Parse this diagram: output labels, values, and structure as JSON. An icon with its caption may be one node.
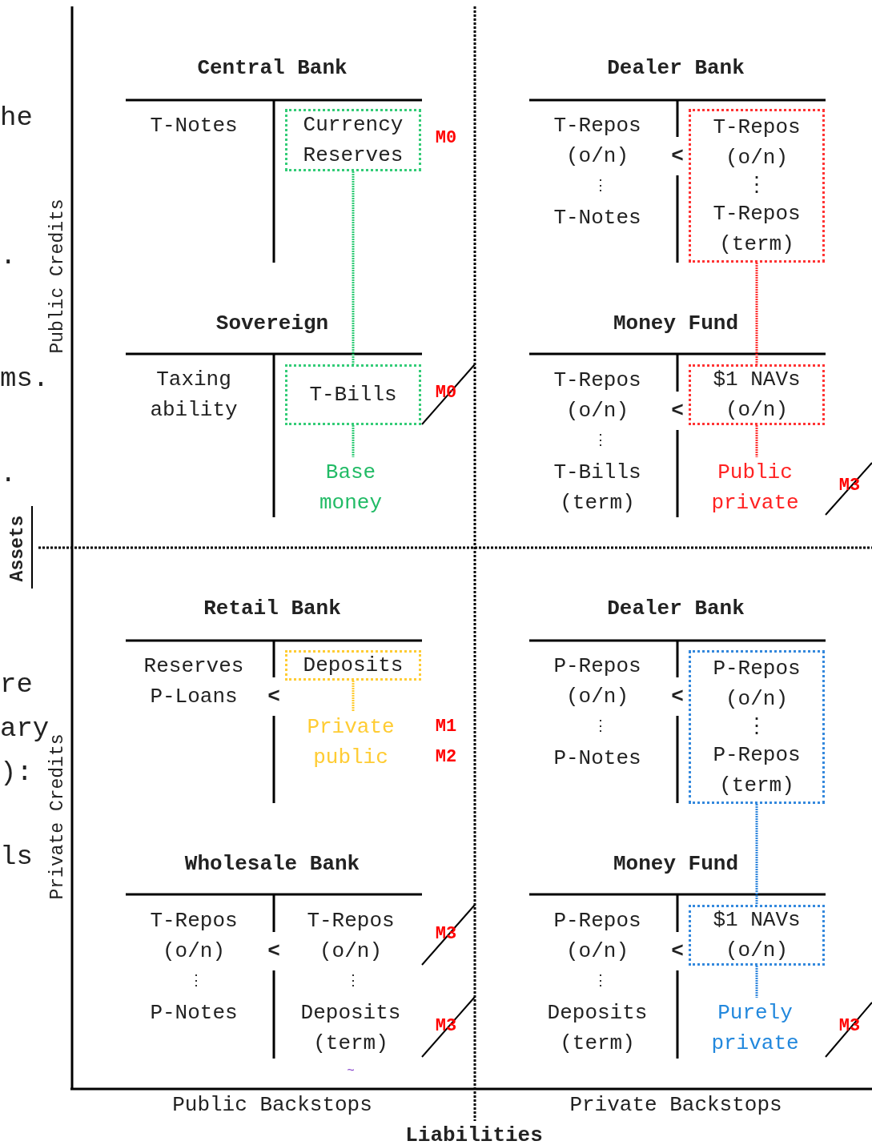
{
  "diagram": {
    "nodes": [
      {
        "text": [
          "Currency Reserves"
        ]
      },
      {
        "text": [
          "T-Bills"
        ]
      },
      {
        "text": [
          "Base money"
        ]
      },
      {
        "text": [
          "T-Repos (o/n)",
          "⋮",
          "T-Repos (term)"
        ]
      },
      {
        "text": [
          "$1 NAVs (o/n)"
        ]
      },
      {
        "text": [
          "Public private"
        ]
      },
      {
        "text": [
          "Deposits"
        ]
      },
      {
        "text": [
          "Private public"
        ]
      },
      {
        "text": [
          "P-Repos (o/n)",
          "⋮",
          "P-Repos (term)"
        ]
      },
      {
        "text": [
          "$1 NAVs (o/n)"
        ]
      },
      {
        "text": [
          "Purely private"
        ]
      }
    ],
    "edges": [
      {
        "from": 0,
        "to": 1,
        "arrow": "none",
        "color": "#33cc77"
      },
      {
        "from": 1,
        "to": 2,
        "arrow": "none",
        "color": "#33cc77"
      },
      {
        "from": 3,
        "to": 4,
        "arrow": "none",
        "color": "#ff3333"
      },
      {
        "from": 4,
        "to": 5,
        "arrow": "none",
        "color": "#ff3333"
      },
      {
        "from": 6,
        "to": 7,
        "arrow": "none",
        "color": "#ffcc33"
      },
      {
        "from": 8,
        "to": 9,
        "arrow": "none",
        "color": "#3388dd"
      },
      {
        "from": 9,
        "to": 10,
        "arrow": "none",
        "color": "#3388dd"
      }
    ],
    "labels": [
      "Central Bank",
      "Dealer Bank",
      "he",
      "T-Notes",
      "M0",
      "T-Repos",
      "(o/n)",
      "<",
      "⋮",
      "T-Notes",
      "Public Credits",
      ".",
      "Sovereign",
      "Money Fund",
      "Taxing ability",
      "M0",
      "T-Repos",
      "(o/n)",
      "<",
      "⋮",
      "T-Bills",
      "(term)",
      "ms.",
      "M3",
      ".",
      "Assets",
      "Retail Bank",
      "Dealer Bank",
      "Reserves",
      "P-Loans",
      "<",
      "P-Repos",
      "(o/n)",
      "<",
      "⋮",
      "P-Notes",
      "M1",
      "M2",
      "re",
      "ary",
      "):",
      "Private Credits",
      "Wholesale Bank",
      "Money Fund",
      "ls",
      "T-Repos",
      "(o/n)",
      "<",
      "⋮",
      "P-Notes",
      "T-Repos",
      "(o/n)",
      "⋮",
      "Deposits",
      "(term)",
      "M3",
      "M3",
      "P-Repos",
      "(o/n)",
      "<",
      "⋮",
      "Deposits",
      "(term)",
      "M3",
      "~",
      "Public Backstops",
      "Private Backstops",
      "Liabilities"
    ]
  }
}
